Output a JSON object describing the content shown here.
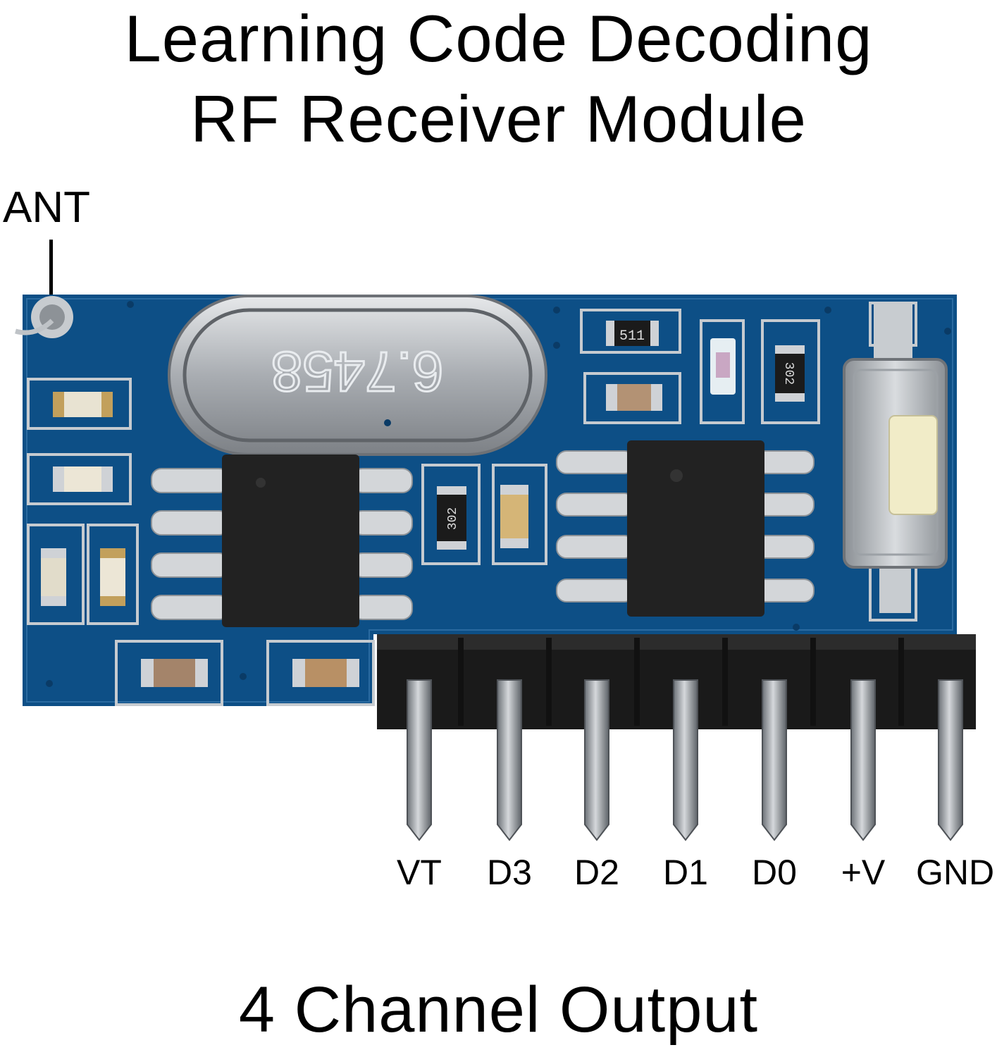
{
  "title": {
    "line1": "Learning Code Decoding",
    "line2": "RF Receiver Module"
  },
  "antenna_label": "ANT",
  "crystal_marking": "6.7458",
  "resistor_markings": [
    "511",
    "302",
    "302"
  ],
  "pins": [
    {
      "label": "VT"
    },
    {
      "label": "D3"
    },
    {
      "label": "D2"
    },
    {
      "label": "D1"
    },
    {
      "label": "D0"
    },
    {
      "label": "+V"
    },
    {
      "label": "GND"
    }
  ],
  "footer": "4 Channel Output",
  "colors": {
    "pcb": "#0d4f86",
    "pad": "#c9ccd0",
    "chip": "#222222",
    "header": "#1a1a1a",
    "pin": "#9aa0a6"
  }
}
